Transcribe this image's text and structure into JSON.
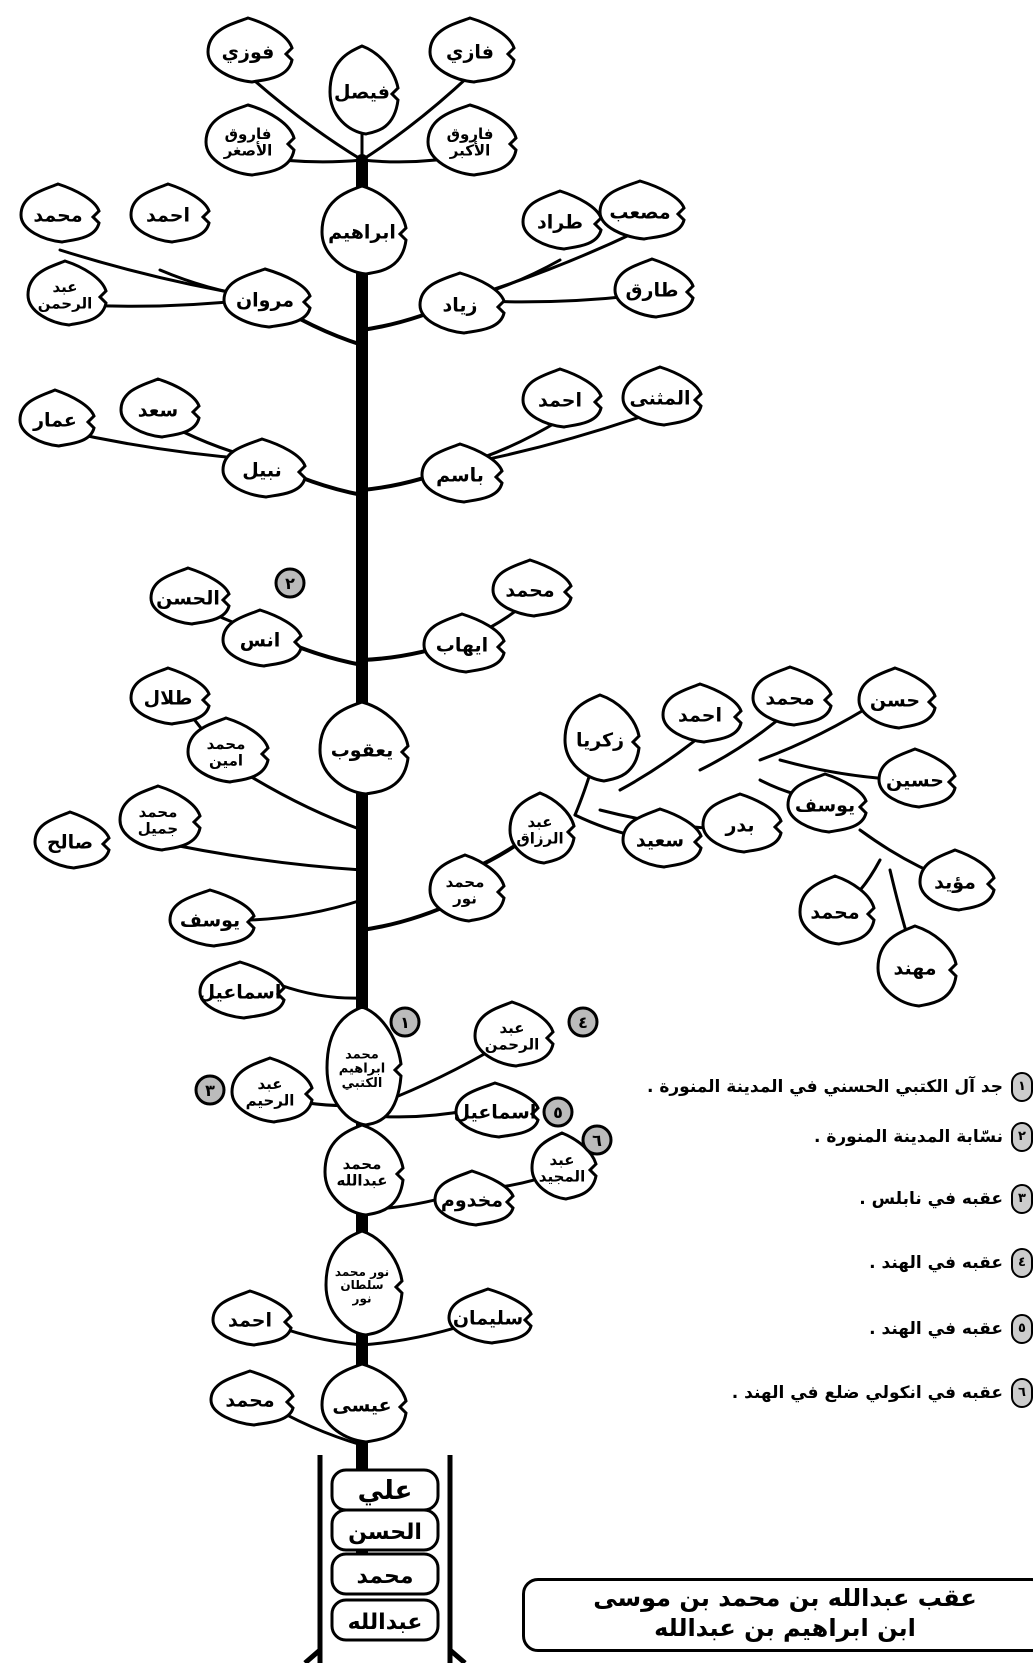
{
  "names": {
    "top": [
      "فوزي",
      "فيصل",
      "فازي",
      "فاروق\nالأصغر",
      "فاروق\nالأكبر"
    ],
    "ibrahim": "ابراهيم",
    "left1": [
      "محمد",
      "احمد",
      "عبد\nالرحمن",
      "مروان"
    ],
    "right1": [
      "مصعب",
      "طراد",
      "طارق",
      "زياد"
    ],
    "left2": [
      "عمار",
      "سعد",
      "نبيل"
    ],
    "right2": [
      "المثنى",
      "احمد",
      "باسم"
    ],
    "left3": [
      "الحسن",
      "انس"
    ],
    "right3": [
      "محمد",
      "ايهاب"
    ],
    "yaqub": "يعقوب",
    "left4": [
      "طلال",
      "محمد\nامين",
      "محمد\nجميل",
      "صالح",
      "يوسف",
      "اسماعيل"
    ],
    "right_branch": [
      "محمد\nنور",
      "عبد\nالرزاق",
      "زكريا",
      "سعيد",
      "بدر",
      "احمد",
      "محمد",
      "حسن",
      "حسين",
      "يوسف",
      "مؤيد",
      "محمد",
      "مهند"
    ],
    "kutbi": "محمد\nابراهيم\nالكتبي",
    "kutbi_children": [
      "عبد\nالرحيم",
      "عبد\nالرحمن",
      "اسماعيل"
    ],
    "abdullah": "محمد\nعبدالله",
    "abdullah_children": [
      "مخدوم",
      "عبد\nالمجيد"
    ],
    "nur": "نور محمد\nسلطان\nنور",
    "nur_children": [
      "احمد",
      "سليمان"
    ],
    "isa": "عيسى",
    "isa_children": [
      "محمد"
    ],
    "trunk": [
      "علي",
      "الحسن",
      "محمد",
      "عبدالله"
    ]
  },
  "markers": [
    "١",
    "٢",
    "٣",
    "٤",
    "٥",
    "٦"
  ],
  "notes": [
    {
      "num": "١",
      "text": "جد آل الكتبي الحسني في المدينة المنورة ."
    },
    {
      "num": "٢",
      "text": "نسّابة المدينة المنورة ."
    },
    {
      "num": "٣",
      "text": "عقبه في نابلس ."
    },
    {
      "num": "٤",
      "text": "عقبه في الهند ."
    },
    {
      "num": "٥",
      "text": "عقبه في الهند ."
    },
    {
      "num": "٦",
      "text": "عقبه في انكولي ضلع في الهند ."
    }
  ],
  "box_text": [
    "عقب عبدالله بن محمد بن موسى",
    "ابن ابراهيم بن عبدالله"
  ]
}
